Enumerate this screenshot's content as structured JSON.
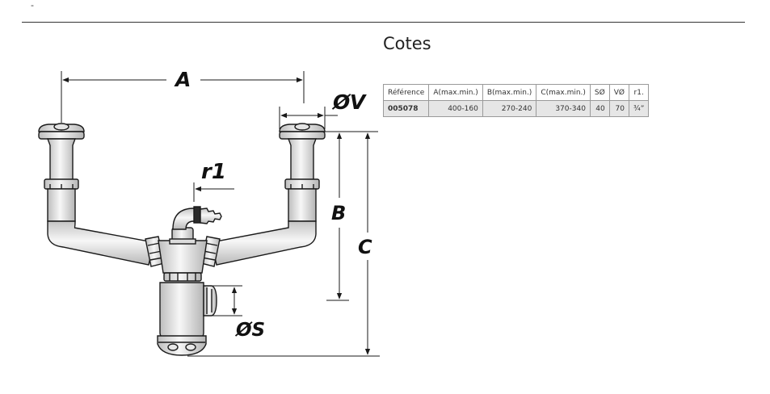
{
  "page": {
    "top_mark": "-",
    "section_title": "Cotes"
  },
  "dimensions": {
    "a": "A",
    "b": "B",
    "c": "C",
    "v": "ØV",
    "s": "ØS",
    "r1": "r1"
  },
  "table": {
    "columns": [
      "Référence",
      "A(max.min.)",
      "B(max.min.)",
      "C(max.min.)",
      "SØ",
      "VØ",
      "r1."
    ],
    "rows": [
      [
        "005078",
        "400-160",
        "270-240",
        "370-340",
        "40",
        "70",
        "¾”"
      ]
    ]
  },
  "colors": {
    "line": "#1a1a1a",
    "part_light": "#f2f2f2",
    "part_mid": "#d6d6d6",
    "table_row": "#e6e6e6"
  }
}
